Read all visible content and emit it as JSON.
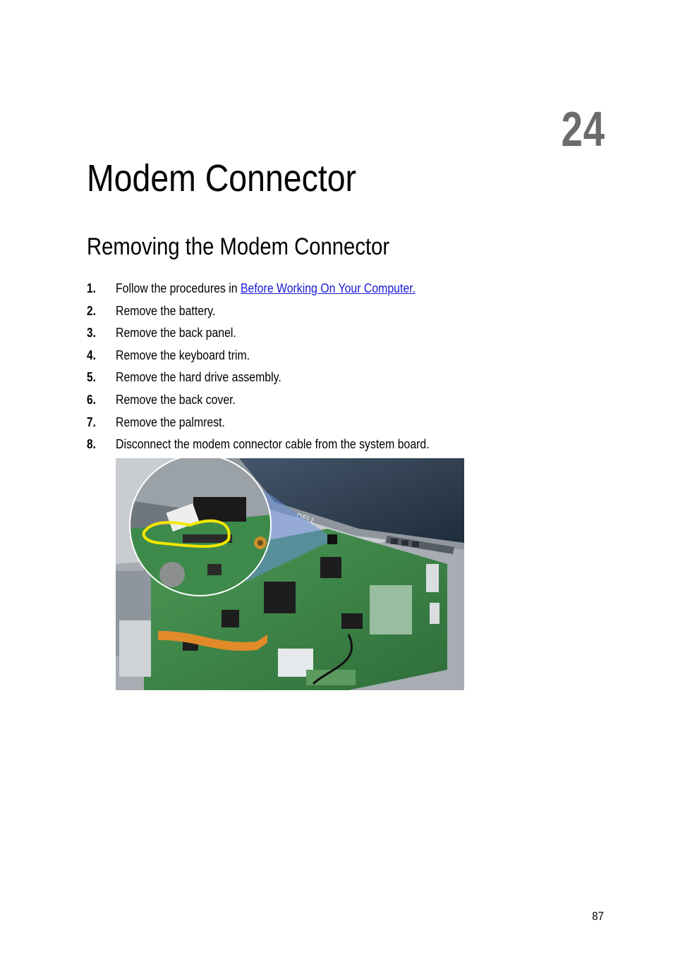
{
  "chapter": {
    "number": "24",
    "title": "Modem Connector"
  },
  "section": {
    "title": "Removing the Modem Connector"
  },
  "steps": [
    {
      "num": "1.",
      "text": "Follow the procedures in ",
      "link": "Before Working On Your Computer."
    },
    {
      "num": "2.",
      "text": "Remove the battery."
    },
    {
      "num": "3.",
      "text": "Remove the back panel."
    },
    {
      "num": "4.",
      "text": "Remove the keyboard trim."
    },
    {
      "num": "5.",
      "text": "Remove the hard drive assembly."
    },
    {
      "num": "6.",
      "text": "Remove the back cover."
    },
    {
      "num": "7.",
      "text": "Remove the palmrest."
    },
    {
      "num": "8.",
      "text": "Disconnect the modem connector cable from the system board."
    }
  ],
  "figure": {
    "brand_text": "DELL",
    "colors": {
      "board_green": "#3f8a4a",
      "callout_highlight": "#f2e600",
      "flex_cable": "#e08a2a",
      "screen": "#2e3f52"
    }
  },
  "footer": {
    "page_number": "87"
  }
}
